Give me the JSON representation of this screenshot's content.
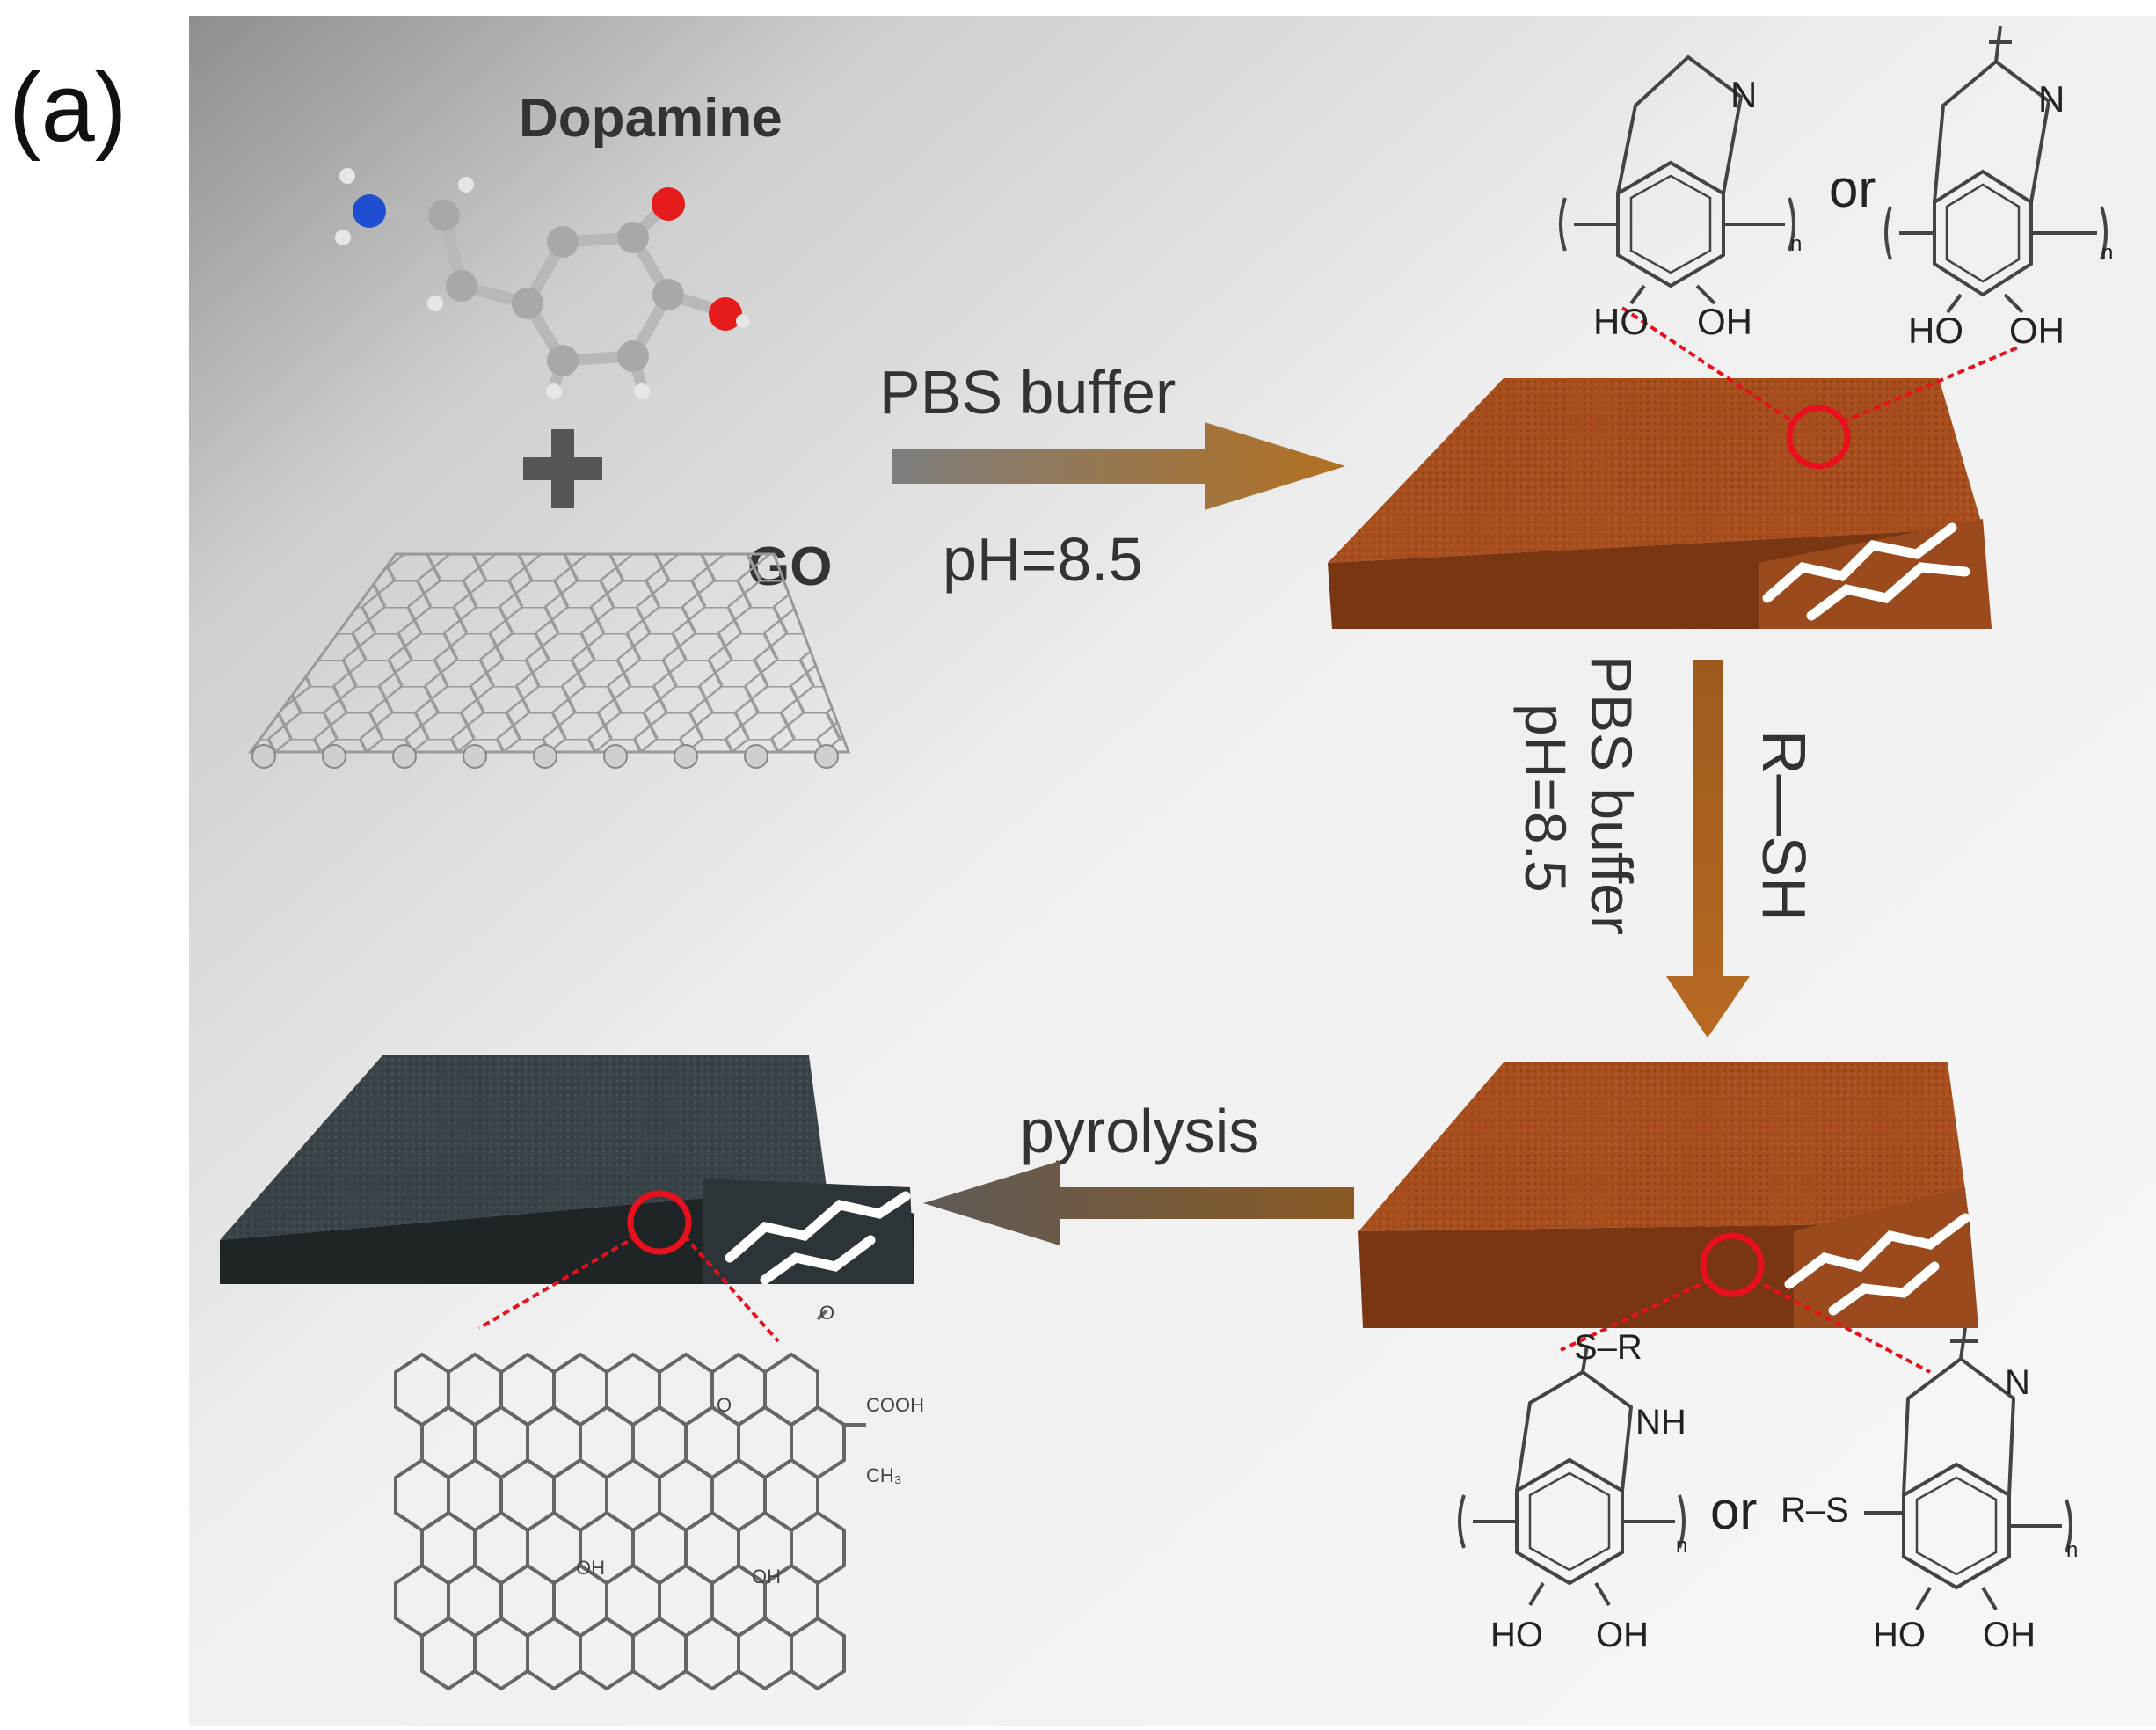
{
  "panel_label": "(a)",
  "reactants": {
    "molecule_label": "Dopamine",
    "plus_sign": "+",
    "sheet_label": "GO"
  },
  "step1": {
    "top_label": "PBS buffer",
    "bottom_label": "pH=8.5"
  },
  "step2": {
    "reagent_label": "R—SH",
    "buffer_label": "PBS buffer",
    "ph_label": "pH=8.5"
  },
  "step3": {
    "label": "pyrolysis"
  },
  "structure_top": {
    "connector": "or",
    "subscript_n": "n",
    "hydroxyl": "HO",
    "hydroxyl2": "OH",
    "nitrogen": "N"
  },
  "structure_bottom": {
    "connector": "or",
    "subscript_n": "n",
    "thioether": "S–R",
    "thioether2": "R–S",
    "amine": "NH",
    "nitrogen": "N",
    "hydroxyl": "HO",
    "hydroxyl2": "OH"
  },
  "structure_carbon": {
    "carboxyl": "COOH",
    "hydroxyl": "OH",
    "oxygen": "O",
    "methyl": "CH₃",
    "oxygen_o": "O"
  },
  "colors": {
    "polydopamine": "#a84e1c",
    "polydopamine_dark": "#6e2f0e",
    "carbonized": "#3a4448",
    "carbonized_dark": "#1f2427",
    "highlight_circle": "#e8101c",
    "arrow_brown": "#a3571d",
    "arrow_grey": "#6a5d54"
  }
}
